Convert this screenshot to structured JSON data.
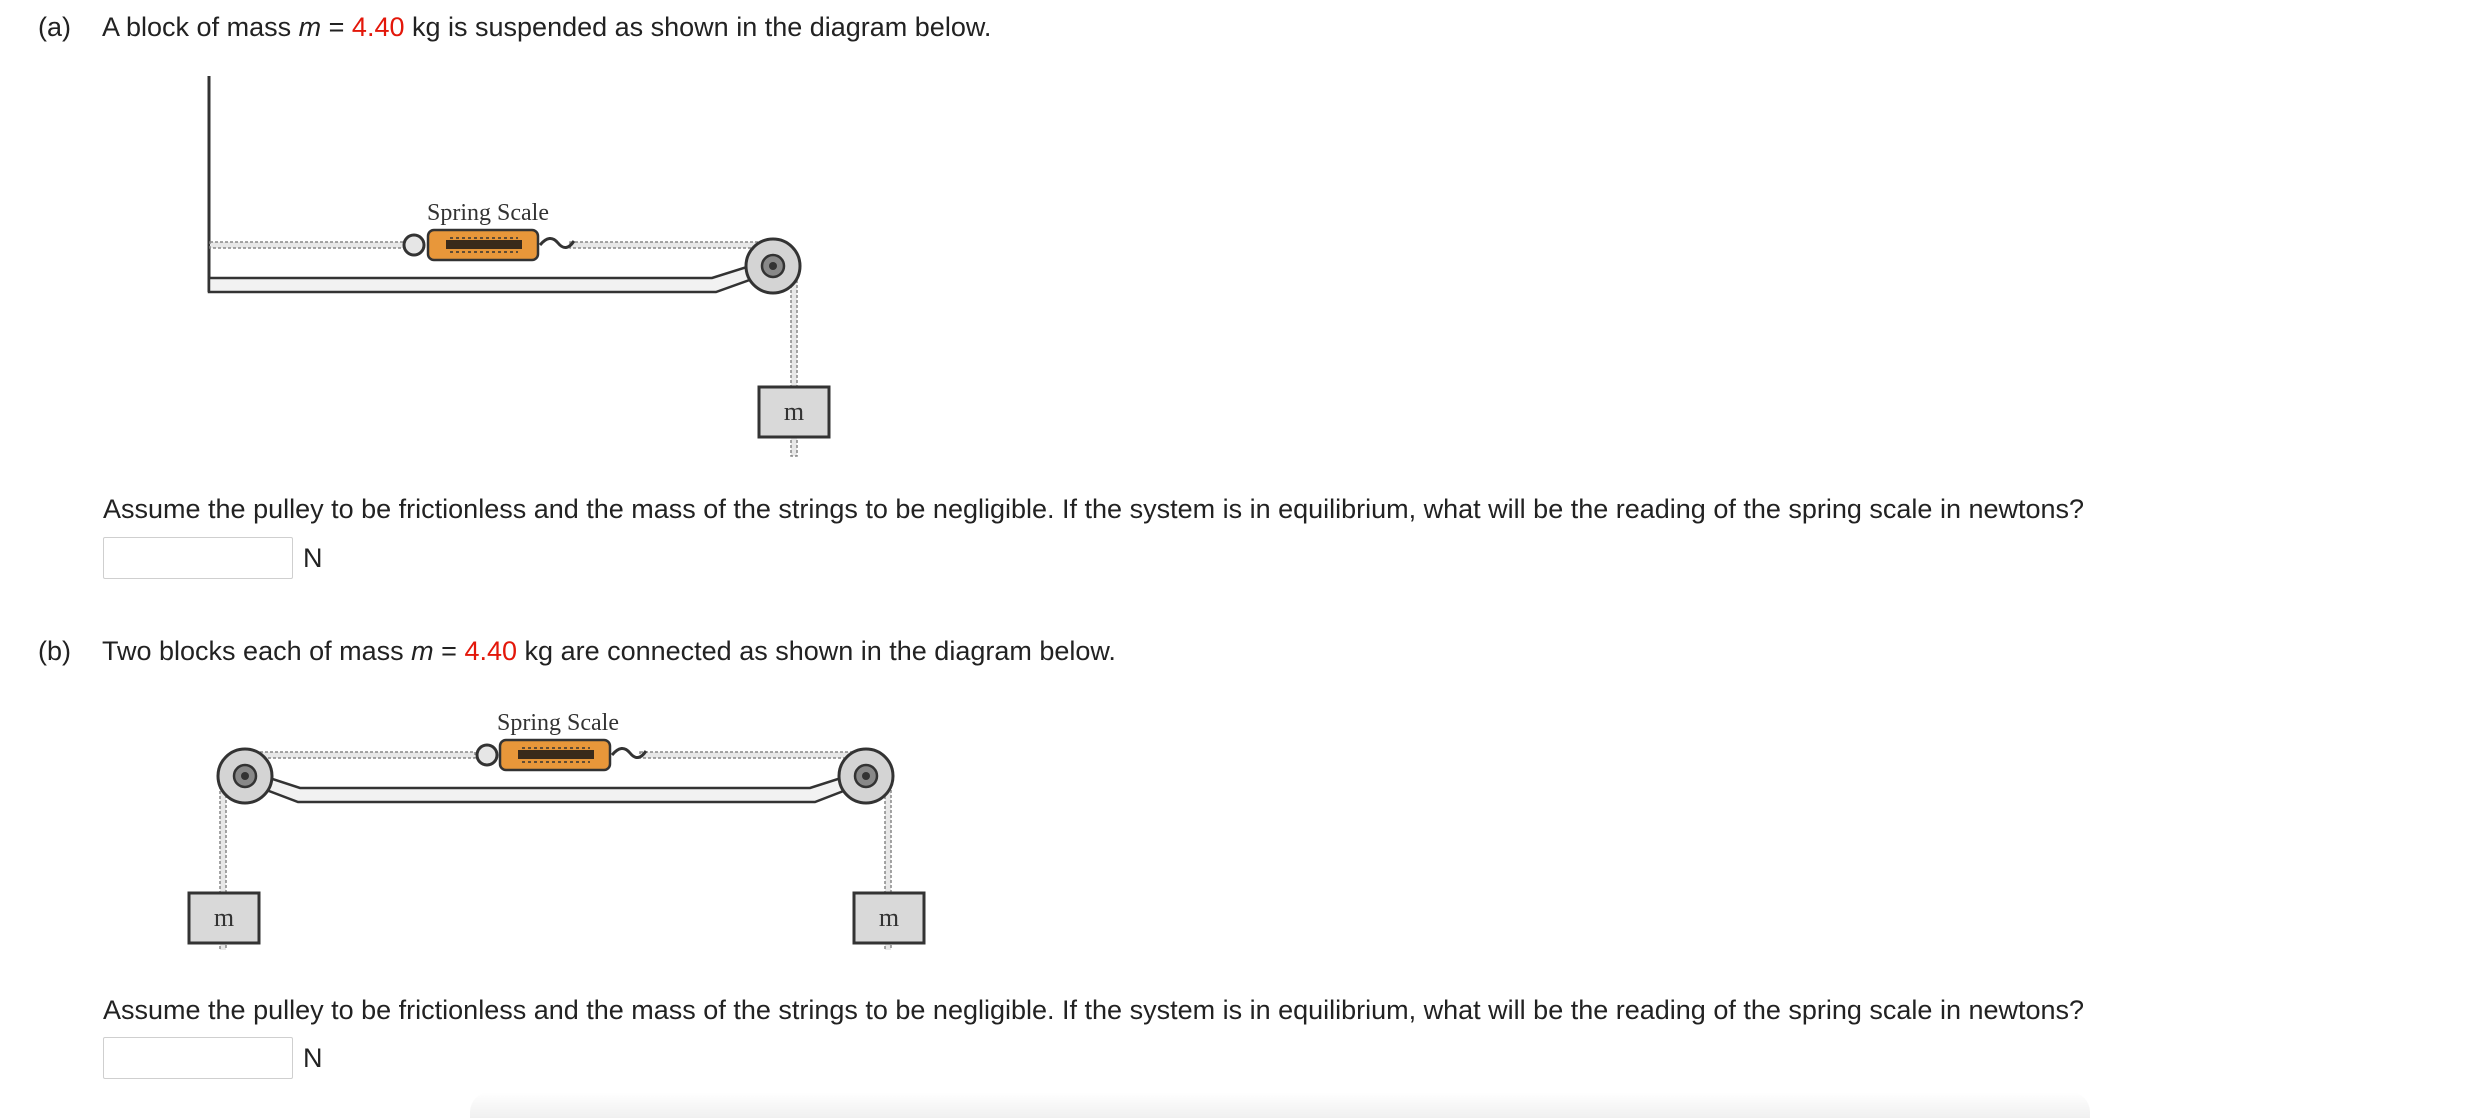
{
  "part_a": {
    "label": "(a)",
    "intro_before": "A block of mass",
    "variable": "m",
    "equals": "=",
    "mass_value": "4.40",
    "intro_after": "kg is suspended as shown in the diagram below.",
    "diagram": {
      "scale_label": "Spring Scale",
      "block_label": "m"
    },
    "prompt": "Assume the pulley to be frictionless and the mass of the strings to be negligible. If the system is in equilibrium, what will be the reading of the spring scale in newtons?",
    "answer_value": "",
    "unit": "N"
  },
  "part_b": {
    "label": "(b)",
    "intro_before": "Two blocks each of mass",
    "variable": "m",
    "equals": "=",
    "mass_value": "4.40",
    "intro_after": "kg are connected as shown in the diagram below.",
    "diagram": {
      "scale_label": "Spring Scale",
      "block_left_label": "m",
      "block_right_label": "m"
    },
    "prompt": "Assume the pulley to be frictionless and the mass of the strings to be negligible. If the system is in equilibrium, what will be the reading of the spring scale in newtons?",
    "answer_value": "",
    "unit": "N"
  },
  "colors": {
    "value_red": "#e3170a",
    "scale_orange": "#e8973a",
    "metal_gray": "#d4d4d4",
    "block_gray": "#d9d9d9"
  }
}
